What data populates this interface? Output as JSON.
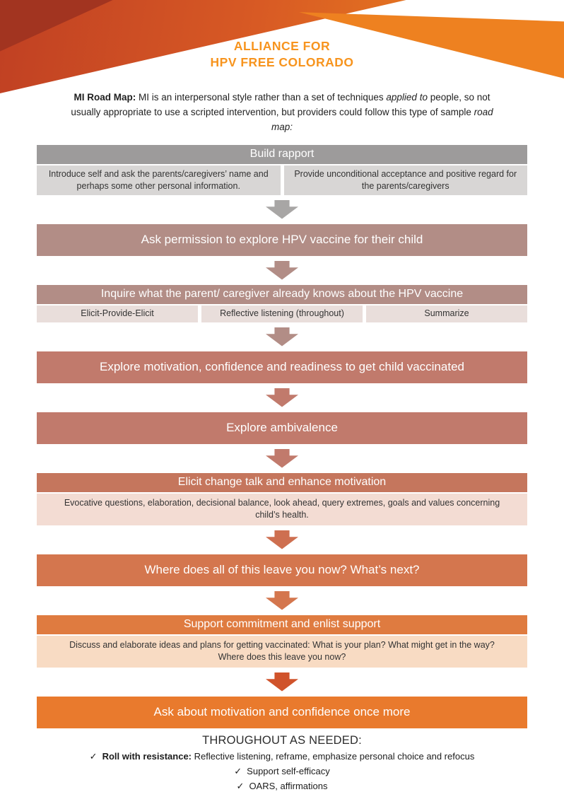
{
  "header": {
    "logo_line1": "ALLIANCE FOR",
    "logo_line2": "HPV FREE COLORADO",
    "brand_color": "#f7941e"
  },
  "intro": {
    "bold": "MI Road Map:",
    "text1": " MI is an interpersonal style rather than a set of techniques ",
    "italic1": "applied to",
    "text2": " people, so not usually appropriate to use a scripted intervention, but providers could follow this type of sample ",
    "italic2": "road map:"
  },
  "steps": [
    {
      "title": "Build rapport",
      "color": "#9d9b9b",
      "sub_color": "#d8d6d5",
      "arrow_color": "#a8a6a5",
      "cells": [
        "Introduce self and ask the parents/caregivers’ name and perhaps some other personal information.",
        "Provide unconditional acceptance and positive regard for the parents/caregivers"
      ]
    },
    {
      "title": "Ask permission to explore HPV vaccine for their child",
      "color": "#b28d86",
      "arrow_color": "#b28d86"
    },
    {
      "title": "Inquire what the parent/ caregiver already knows about the HPV vaccine",
      "color": "#b28d86",
      "sub_color": "#e9dedb",
      "arrow_color": "#b28d86",
      "cells": [
        "Elicit-Provide-Elicit",
        "Reflective listening (throughout)",
        "Summarize"
      ]
    },
    {
      "title": "Explore motivation, confidence and readiness to get child vaccinated",
      "color": "#c17a6c",
      "arrow_color": "#c17a6c"
    },
    {
      "title": "Explore ambivalence",
      "color": "#c17a6c",
      "arrow_color": "#c17a6c"
    },
    {
      "title": "Elicit change talk and enhance motivation",
      "color": "#c5765d",
      "sub_color": "#f3dcd3",
      "arrow_color": "#ce6f50",
      "cells": [
        "Evocative questions, elaboration, decisional balance, look ahead, query extremes, goals and values concerning child’s health."
      ]
    },
    {
      "title": "Where does all of this leave you now?  What’s next?",
      "color": "#d4764e",
      "arrow_color": "#d4764e"
    },
    {
      "title": "Support commitment and enlist support",
      "color": "#df7b40",
      "sub_color": "#f8dbc3",
      "arrow_color": "#d0532b",
      "cells": [
        "Discuss and elaborate ideas and plans for getting vaccinated: What is your plan? What might get in the way? Where does this leave you now?"
      ]
    },
    {
      "title": "Ask about motivation and confidence once more",
      "color": "#e97a2d"
    }
  ],
  "footer": {
    "heading": "THROUGHOUT AS NEEDED:",
    "check_mark": "✓",
    "items": [
      {
        "bold": "Roll with resistance:",
        "text": " Reflective listening, reframe, emphasize personal choice and refocus"
      },
      {
        "bold": "",
        "text": "Support self-efficacy"
      },
      {
        "bold": "",
        "text": "OARS, affirmations"
      }
    ]
  }
}
